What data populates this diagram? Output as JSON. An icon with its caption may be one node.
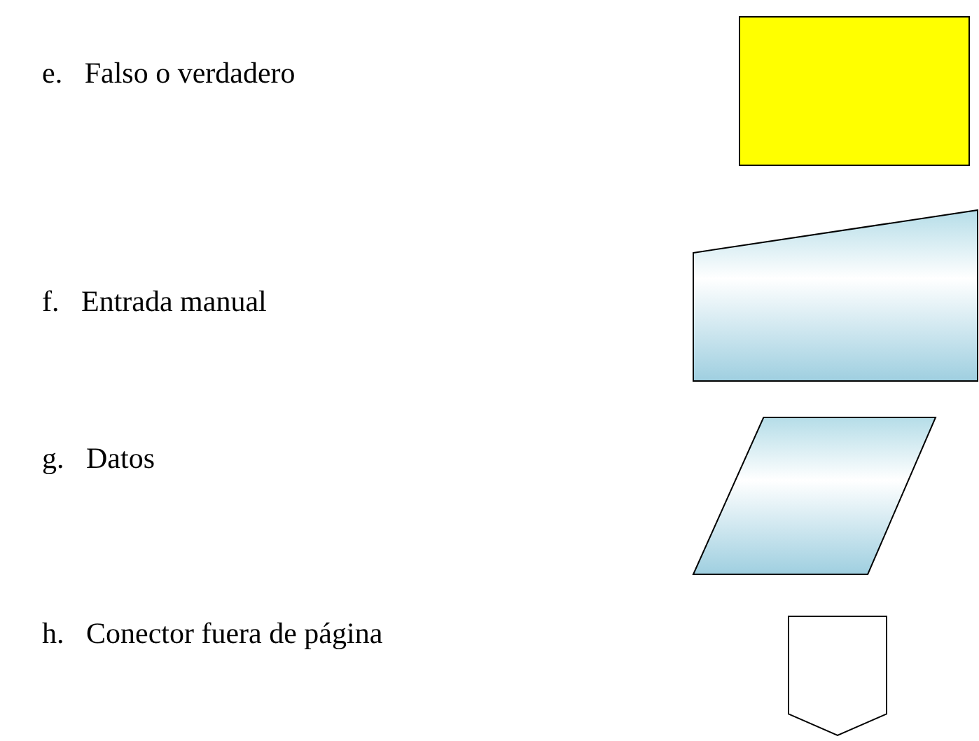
{
  "diagram": {
    "nodes": [
      {
        "text": [],
        "shape": "box"
      },
      {
        "text": [],
        "shape": "trapezoid"
      },
      {
        "text": [],
        "shape": "parallelogram"
      },
      {
        "text": [],
        "shape": "pentagon"
      }
    ],
    "labels": [
      "e. Falso o verdadero",
      "f. Entrada manual",
      "g. Datos",
      "h. Conector fuera de página"
    ]
  }
}
